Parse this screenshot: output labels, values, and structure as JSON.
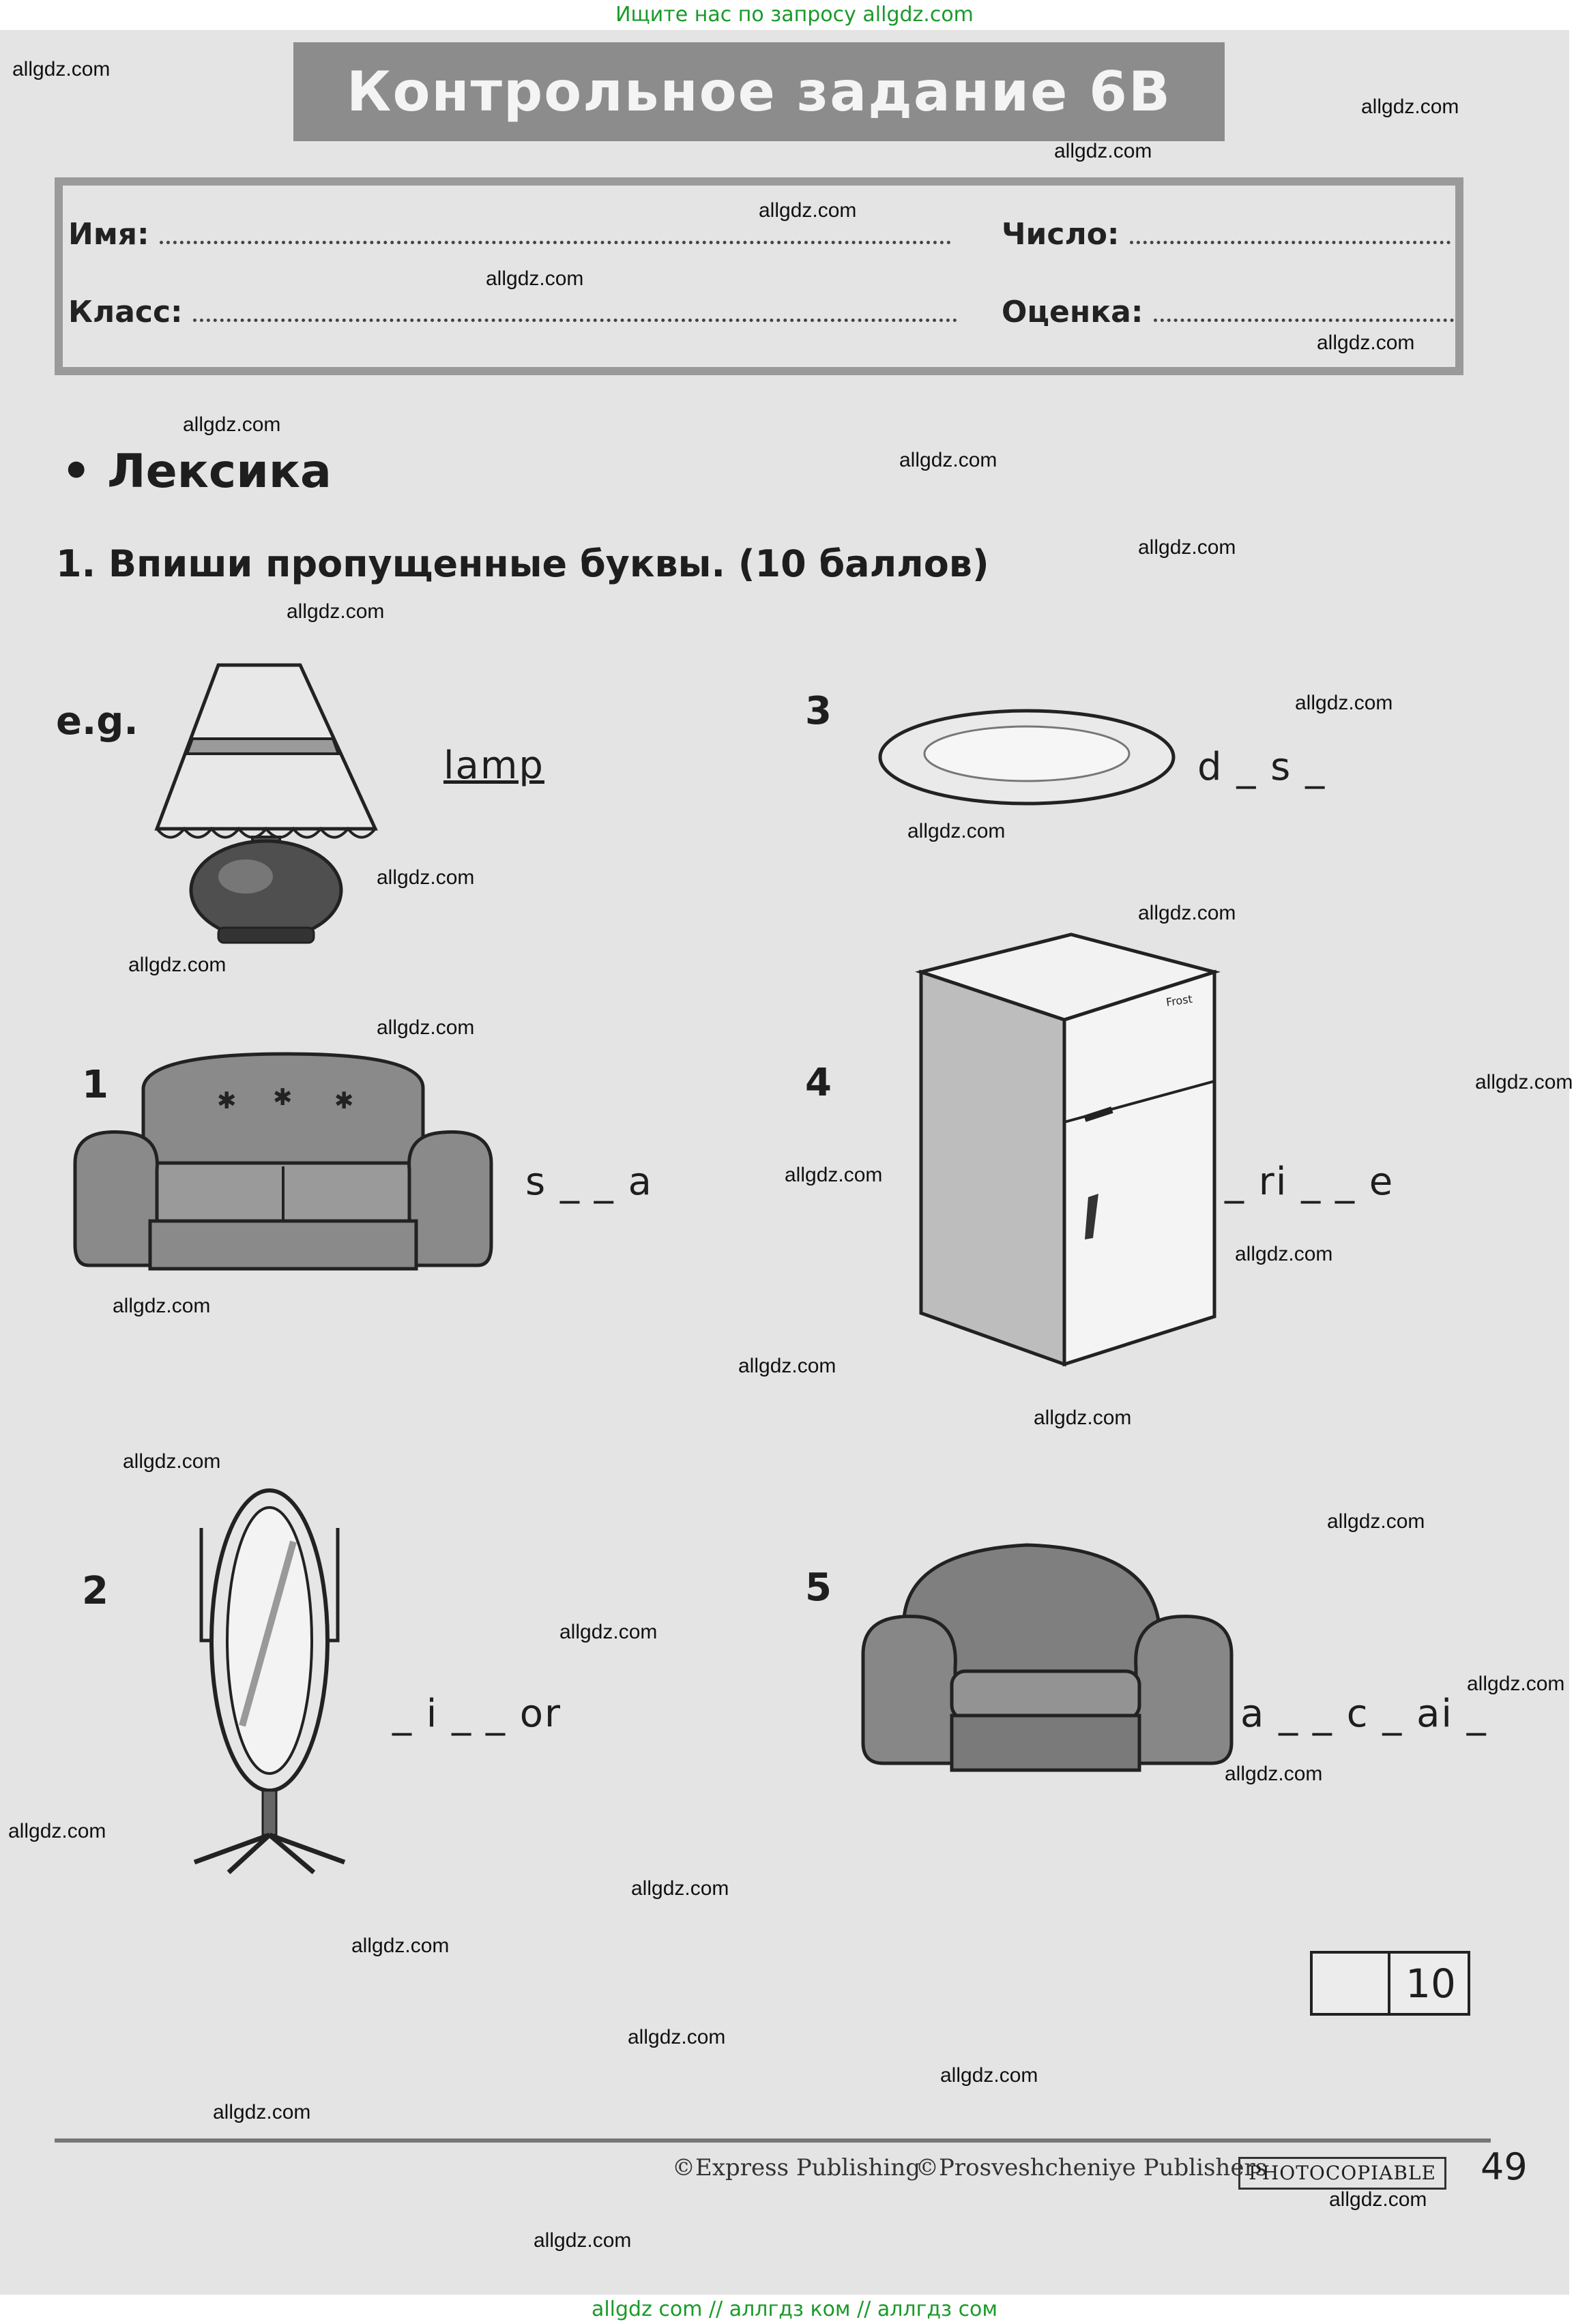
{
  "top_banner": "Ищите нас по запросу allgdz.com",
  "bottom_banner": "allgdz com  //  аллгдз ком  //  аллгдз сом",
  "title": "Контрольное задание 6В",
  "form": {
    "name_label": "Имя:",
    "date_label": "Число:",
    "class_label": "Класс:",
    "grade_label": "Оценка:"
  },
  "section": "• Лексика",
  "task1": "1. Впиши пропущенные буквы. (10 баллов)",
  "items": [
    {
      "num": "e.g.",
      "word": "lamp",
      "picture": "table-lamp-icon"
    },
    {
      "num": "1",
      "word": "s _ _ a",
      "picture": "sofa-icon"
    },
    {
      "num": "2",
      "word": "_ i _ _ or",
      "picture": "mirror-icon"
    },
    {
      "num": "3",
      "word": "d _ s _",
      "picture": "dish-icon"
    },
    {
      "num": "4",
      "word": "_ ri _ _ e",
      "picture": "fridge-icon"
    },
    {
      "num": "5",
      "word": "a _ _ c _ ai _",
      "picture": "armchair-icon"
    }
  ],
  "fridge_brand": "Frost",
  "score": "10",
  "footer": {
    "publisher1": "©Express Publishing",
    "publisher2": "©Prosveshcheniye Publishers",
    "photocopiable": "PHOTOCOPIABLE",
    "page_number": "49"
  },
  "watermark": "allgdz.com"
}
